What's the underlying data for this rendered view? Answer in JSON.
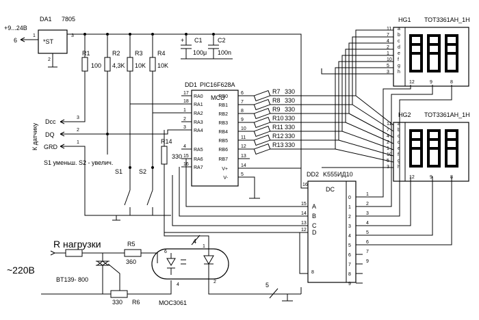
{
  "regulator": {
    "ref": "DA1",
    "part": "7805",
    "symbol": "*ST",
    "pins": [
      "1",
      "2",
      "3"
    ]
  },
  "supply": {
    "voltage": "+9...24В",
    "pin": "6"
  },
  "resistors": {
    "r1": {
      "ref": "R1",
      "value": "100"
    },
    "r2": {
      "ref": "R2",
      "value": "4,3K"
    },
    "r3": {
      "ref": "R3",
      "value": "10K"
    },
    "r4": {
      "ref": "R4",
      "value": "10K"
    },
    "r5": {
      "ref": "R5",
      "value": "360"
    },
    "r6": {
      "ref": "R6",
      "value": "330"
    },
    "r14": {
      "ref": "R14",
      "value": "330"
    },
    "bank": [
      {
        "ref": "R7",
        "value": "330"
      },
      {
        "ref": "R8",
        "value": "330"
      },
      {
        "ref": "R9",
        "value": "330"
      },
      {
        "ref": "R10",
        "value": "330"
      },
      {
        "ref": "R11",
        "value": "330"
      },
      {
        "ref": "R12",
        "value": "330"
      },
      {
        "ref": "R13",
        "value": "330"
      }
    ]
  },
  "capacitors": {
    "c1": {
      "ref": "C1",
      "value": "100μ"
    },
    "c2": {
      "ref": "C2",
      "value": "100n"
    }
  },
  "mcu": {
    "ref": "DD1",
    "part": "PIC16F628A",
    "label": "MCU",
    "left": [
      {
        "pin": "17",
        "name": "RA0"
      },
      {
        "pin": "18",
        "name": "RA1"
      },
      {
        "pin": "1",
        "name": "RA2"
      },
      {
        "pin": "2",
        "name": "RA3"
      },
      {
        "pin": "3",
        "name": "RA4"
      },
      {
        "pin": "4",
        "name": "RA5"
      },
      {
        "pin": "15",
        "name": "RA6"
      },
      {
        "pin": "16",
        "name": "RA7"
      }
    ],
    "right": [
      {
        "pin": "6",
        "name": "RB0"
      },
      {
        "pin": "7",
        "name": "RB1"
      },
      {
        "pin": "8",
        "name": "RB2"
      },
      {
        "pin": "9",
        "name": "RB3"
      },
      {
        "pin": "10",
        "name": "RB4"
      },
      {
        "pin": "11",
        "name": "RB5"
      },
      {
        "pin": "12",
        "name": "RB6"
      },
      {
        "pin": "13",
        "name": "RB7"
      },
      {
        "pin": "14",
        "name": "V+"
      },
      {
        "pin": "5",
        "name": "V-"
      }
    ]
  },
  "sensor": {
    "caption": "К датчику",
    "lines": [
      {
        "name": "Dcc",
        "pin": "3"
      },
      {
        "name": "DQ",
        "pin": "2"
      },
      {
        "name": "GRD",
        "pin": "1"
      }
    ]
  },
  "buttons": {
    "caption": "S1 уменьш.  S2 - увелич.",
    "s1": "S1",
    "s2": "S2"
  },
  "decoder": {
    "ref": "DD2",
    "part": "K555ИД10",
    "label": "DC",
    "inputs": [
      {
        "pin": "15",
        "name": "A"
      },
      {
        "pin": "14",
        "name": "B"
      },
      {
        "pin": "13",
        "name": "C"
      },
      {
        "pin": "12",
        "name": "D"
      }
    ],
    "power_pin": "16",
    "gnd_pin": "8",
    "outputs": [
      "0",
      "1",
      "2",
      "3",
      "4",
      "5",
      "6",
      "7",
      "8",
      "9"
    ],
    "output_pins": [
      "1",
      "2",
      "3",
      "4",
      "5",
      "6",
      "7",
      "9"
    ]
  },
  "displays": [
    {
      "ref": "HG1",
      "part": "ТОТ3361АН_1Н",
      "seg_pins": [
        "11",
        "7",
        "4",
        "2",
        "1",
        "10",
        "5",
        "3"
      ],
      "seg_names": [
        "a",
        "b",
        "c",
        "d",
        "e",
        "f",
        "g",
        "h"
      ],
      "digit_pins": [
        "12",
        "9",
        "8"
      ]
    },
    {
      "ref": "HG2",
      "part": "ТОТ3361АН_1Н",
      "seg_pins": [
        "11",
        "7",
        "4",
        "2",
        "1",
        "10",
        "5",
        "3"
      ],
      "seg_names": [
        "a",
        "b",
        "c",
        "d",
        "e",
        "f",
        "g",
        "h"
      ],
      "digit_pins": [
        "12",
        "9",
        "8"
      ]
    }
  ],
  "load": {
    "label": "R нагрузки",
    "mains": "~220В"
  },
  "triac": {
    "part": "BT139- 800"
  },
  "optocoupler": {
    "part": "МОС3061",
    "pins": [
      "6",
      "4",
      "1",
      "2"
    ]
  },
  "markers": [
    "4",
    "5"
  ]
}
